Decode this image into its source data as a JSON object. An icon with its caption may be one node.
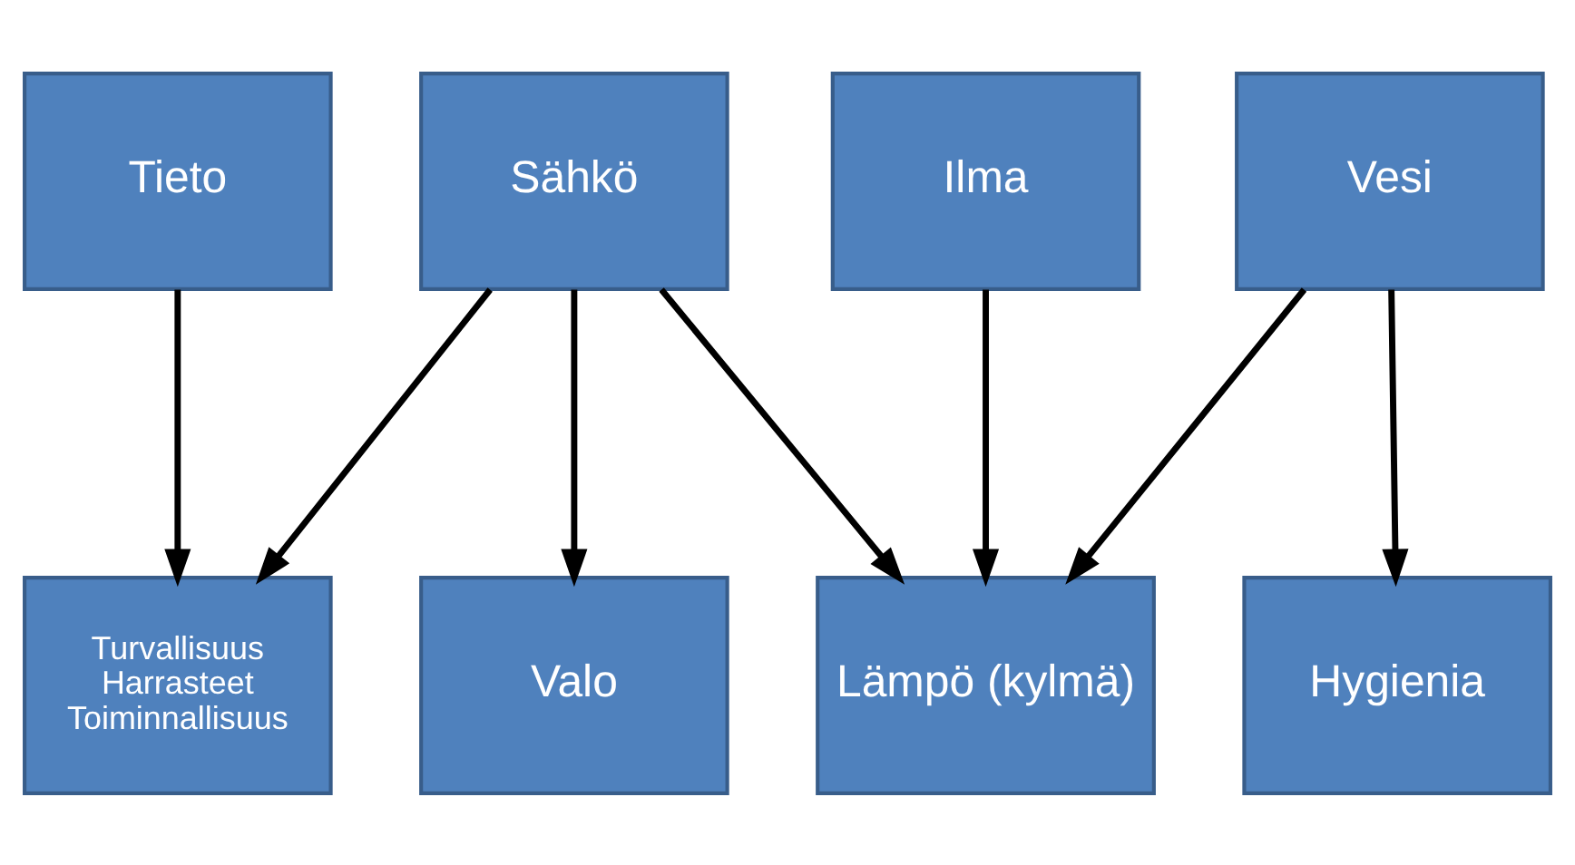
{
  "diagram": {
    "nodes": [
      {
        "text": [
          "Tieto"
        ]
      },
      {
        "text": [
          "Sähkö"
        ]
      },
      {
        "text": [
          "Ilma"
        ]
      },
      {
        "text": [
          "Vesi"
        ]
      },
      {
        "text": [
          "Turvallisuus",
          "Harrasteet",
          "Toiminnallisuus"
        ]
      },
      {
        "text": [
          "Valo"
        ]
      },
      {
        "text": [
          "Lämpö (kylmä)"
        ]
      },
      {
        "text": [
          "Hygienia"
        ]
      }
    ],
    "edges": [
      {
        "from": 0,
        "to": 4,
        "arrow": "to"
      },
      {
        "from": 1,
        "to": 4,
        "arrow": "to"
      },
      {
        "from": 1,
        "to": 5,
        "arrow": "to"
      },
      {
        "from": 1,
        "to": 6,
        "arrow": "to"
      },
      {
        "from": 2,
        "to": 6,
        "arrow": "to"
      },
      {
        "from": 3,
        "to": 6,
        "arrow": "to"
      },
      {
        "from": 3,
        "to": 7,
        "arrow": "to"
      }
    ]
  }
}
